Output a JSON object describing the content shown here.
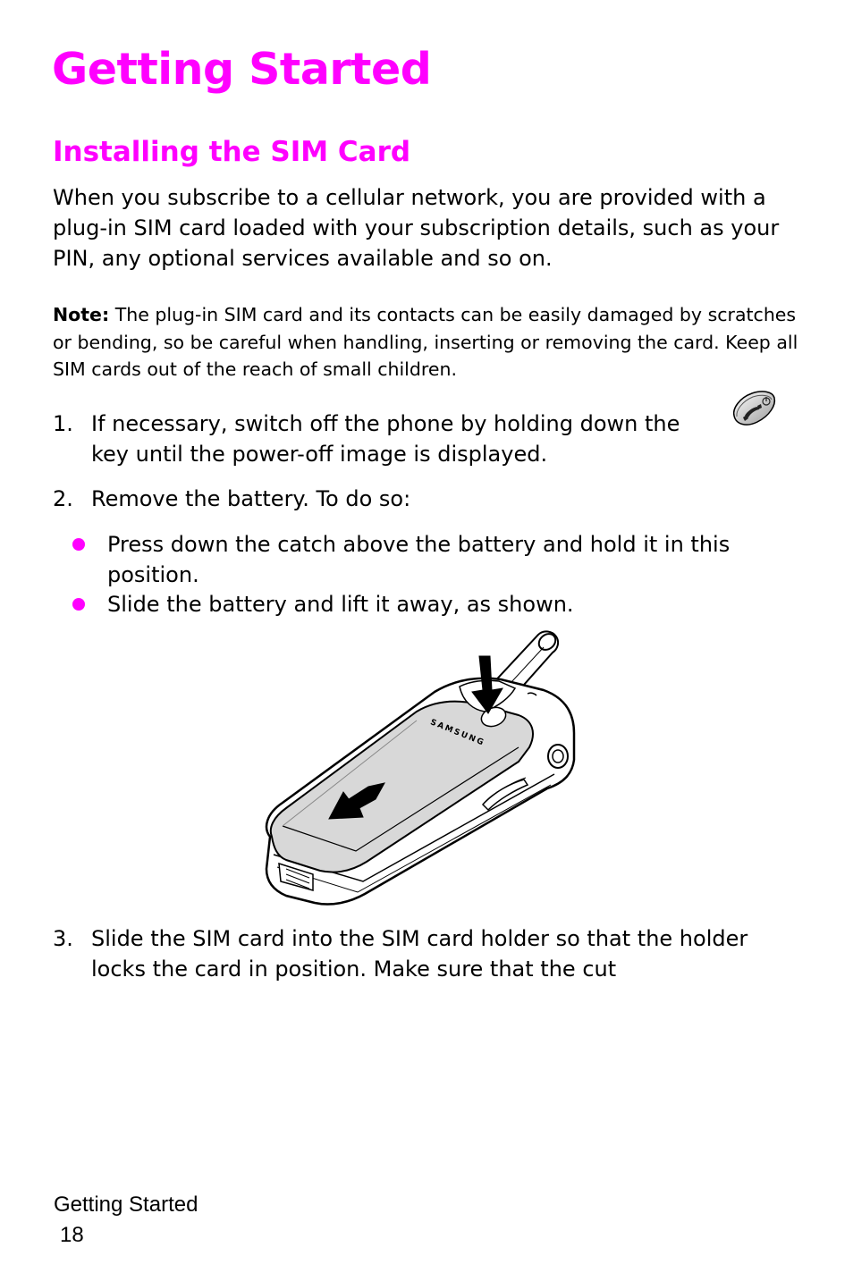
{
  "page": {
    "title": "Getting Started",
    "section_title": "Installing the SIM Card",
    "intro": "When you subscribe to a cellular network, you are provided with a plug-in SIM card loaded with your subscription details, such as your PIN, any optional services available and so on.",
    "note": {
      "label": "Note:",
      "text": "The plug-in SIM card and its contacts can be easily damaged by scratches or bending, so be careful when handling, inserting or removing the card. Keep all SIM cards out of the reach of small children."
    },
    "steps": [
      {
        "number": "1.",
        "text_before_icon": "If necessary, switch off the phone by holding down the",
        "text_after_icon": "key until the power-off image is displayed."
      },
      {
        "number": "2.",
        "text": "Remove the battery. To do so:"
      },
      {
        "number": "3.",
        "text": "Slide the SIM card into the SIM card holder so that the holder locks the card in position. Make sure that the cut"
      }
    ],
    "bullets": [
      "Press down the catch above the battery and hold it in this position.",
      "Slide the battery and lift it away, as shown."
    ],
    "figure": {
      "brand_text": "SAMSUNG"
    },
    "footer": {
      "section": "Getting Started",
      "page_number": "18"
    },
    "colors": {
      "heading": "#ff00ff",
      "bullet": "#ff00ff",
      "text": "#000000"
    },
    "icons": {
      "end_key": "end-power-key-icon"
    }
  }
}
